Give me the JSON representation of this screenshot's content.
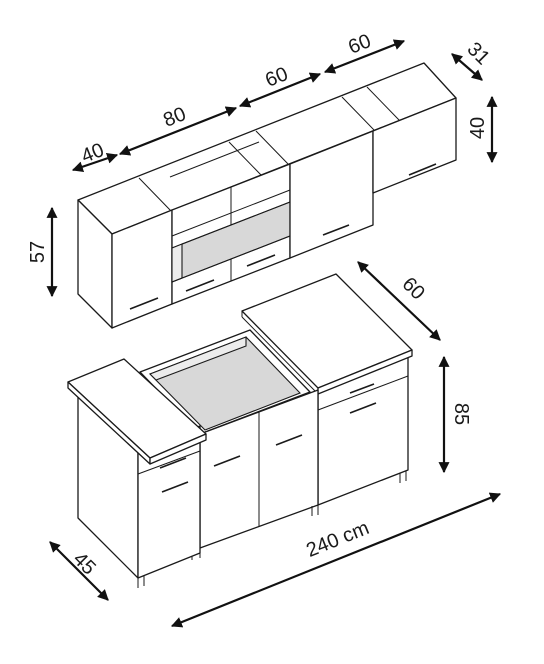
{
  "dimensions": {
    "top_depth": "31",
    "top_height": "40",
    "width_60_right": "60",
    "width_60_mid": "60",
    "width_80": "80",
    "width_40": "40",
    "wall_height": "57",
    "base_depth_right": "60",
    "base_height": "85",
    "base_depth_left": "45",
    "total_width": "240 cm"
  }
}
